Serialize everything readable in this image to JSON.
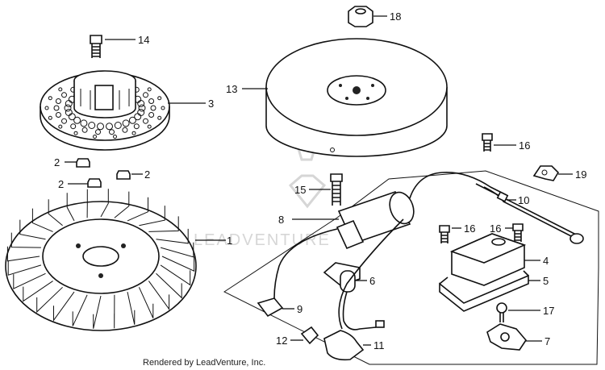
{
  "diagram": {
    "watermark": "LEADVENTURE",
    "footer": "Rendered by LeadVenture, Inc.",
    "callouts": [
      {
        "id": "1",
        "text": "1"
      },
      {
        "id": "2a",
        "text": "2"
      },
      {
        "id": "2b",
        "text": "2"
      },
      {
        "id": "2c",
        "text": "2"
      },
      {
        "id": "3",
        "text": "3"
      },
      {
        "id": "4",
        "text": "4"
      },
      {
        "id": "5",
        "text": "5"
      },
      {
        "id": "6",
        "text": "6"
      },
      {
        "id": "7",
        "text": "7"
      },
      {
        "id": "8",
        "text": "8"
      },
      {
        "id": "9",
        "text": "9"
      },
      {
        "id": "10",
        "text": "10"
      },
      {
        "id": "11",
        "text": "11"
      },
      {
        "id": "12",
        "text": "12"
      },
      {
        "id": "13",
        "text": "13"
      },
      {
        "id": "14",
        "text": "14"
      },
      {
        "id": "15",
        "text": "15"
      },
      {
        "id": "16a",
        "text": "16"
      },
      {
        "id": "16b",
        "text": "16"
      },
      {
        "id": "16c",
        "text": "16"
      },
      {
        "id": "17",
        "text": "17"
      },
      {
        "id": "18",
        "text": "18"
      },
      {
        "id": "19",
        "text": "19"
      }
    ]
  }
}
